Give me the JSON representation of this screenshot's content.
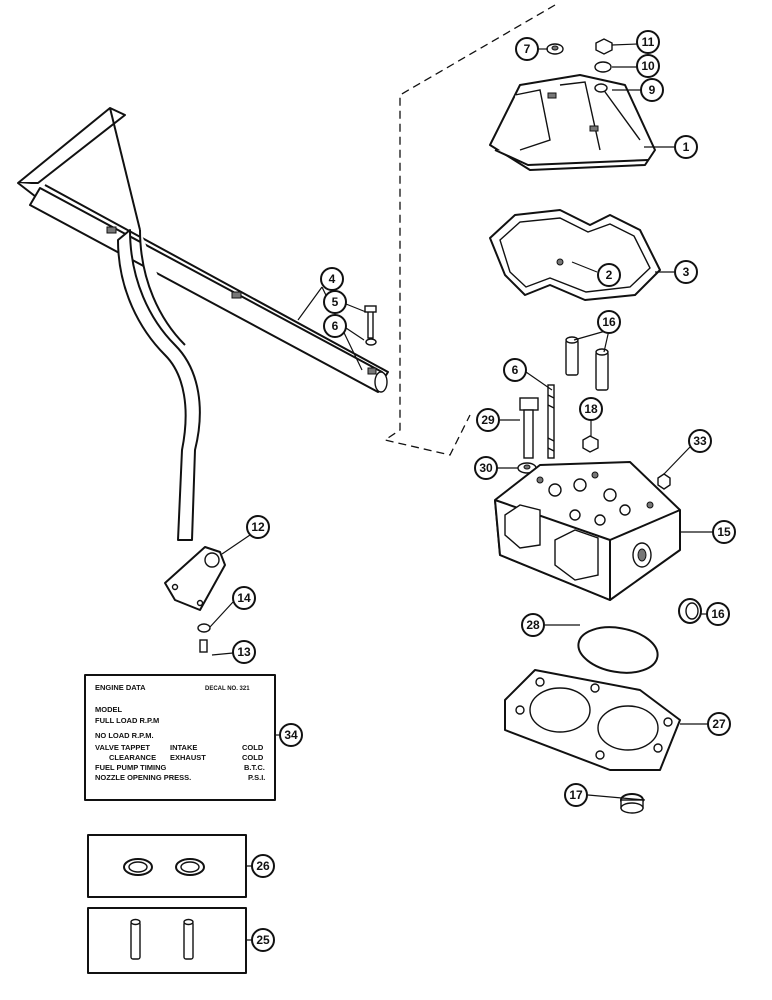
{
  "callouts": [
    {
      "num": "1",
      "name": "valve-cover"
    },
    {
      "num": "2",
      "name": "grommet"
    },
    {
      "num": "3",
      "name": "cover-gasket"
    },
    {
      "num": "4",
      "name": "lifting-handle-tube"
    },
    {
      "num": "5",
      "name": "screw"
    },
    {
      "num": "6",
      "name": "washer"
    },
    {
      "num": "6",
      "name": "stud"
    },
    {
      "num": "7",
      "name": "seal-washer"
    },
    {
      "num": "9",
      "name": "washer"
    },
    {
      "num": "10",
      "name": "washer"
    },
    {
      "num": "11",
      "name": "nut"
    },
    {
      "num": "12",
      "name": "plate"
    },
    {
      "num": "13",
      "name": "screw"
    },
    {
      "num": "14",
      "name": "washer"
    },
    {
      "num": "15",
      "name": "cylinder-head"
    },
    {
      "num": "16",
      "name": "dowel-pins"
    },
    {
      "num": "16",
      "name": "plug"
    },
    {
      "num": "17",
      "name": "ring"
    },
    {
      "num": "18",
      "name": "nut"
    },
    {
      "num": "25",
      "name": "pin-kit"
    },
    {
      "num": "26",
      "name": "ring-kit"
    },
    {
      "num": "27",
      "name": "head-gasket"
    },
    {
      "num": "28",
      "name": "o-ring"
    },
    {
      "num": "29",
      "name": "bolt"
    },
    {
      "num": "30",
      "name": "washer"
    },
    {
      "num": "33",
      "name": "plug"
    },
    {
      "num": "34",
      "name": "engine-data-decal"
    }
  ],
  "decal": {
    "title": "ENGINE DATA",
    "decal_no": "DECAL NO. 321",
    "model": "MODEL",
    "full_load": "FULL LOAD R.P.M",
    "no_load": "NO LOAD R.P.M.",
    "valve_tappet": "VALVE TAPPET",
    "clearance": "CLEARANCE",
    "intake": "INTAKE",
    "exhaust": "EXHAUST",
    "cold1": "COLD",
    "cold2": "COLD",
    "fuel_pump": "FUEL PUMP TIMING",
    "btc": "B.T.C.",
    "nozzle": "NOZZLE OPENING PRESS.",
    "psi": "P.S.I."
  }
}
